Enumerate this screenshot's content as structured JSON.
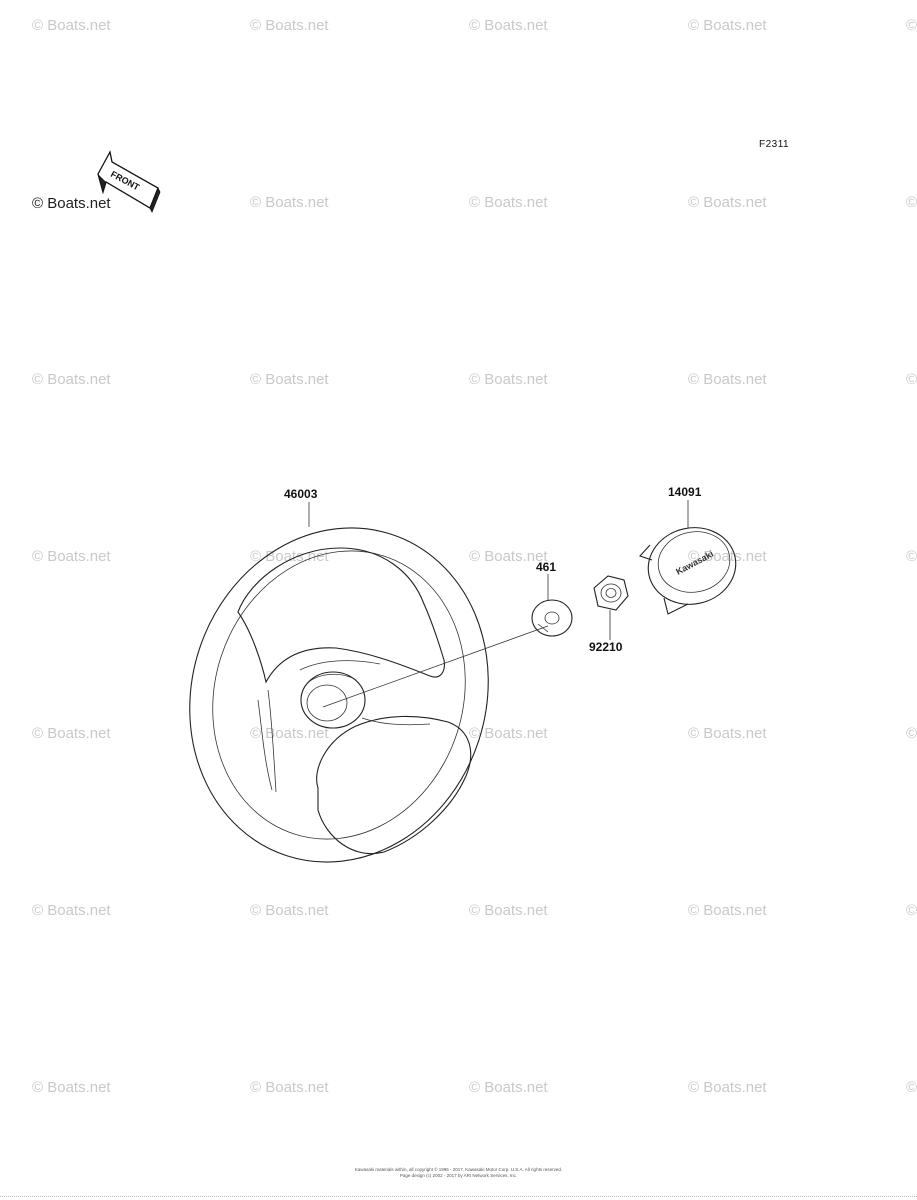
{
  "figure_code": "F2311",
  "front_label": "FRONT",
  "watermark_text": "© Boats.net",
  "parts": [
    {
      "id": "46003",
      "name": "steering-wheel"
    },
    {
      "id": "461",
      "name": "washer"
    },
    {
      "id": "92210",
      "name": "nut"
    },
    {
      "id": "14091",
      "name": "cap"
    }
  ],
  "cap_logo_text": "Kawasaki",
  "copyright_line1": "Kawasaki materials within, all copyright © 1995 - 2017, Kawasaki Motor Corp. U.S.A. All rights reserved.",
  "copyright_line2": "Page design (c) 2002 - 2017 by ARI Network Services, Inc."
}
